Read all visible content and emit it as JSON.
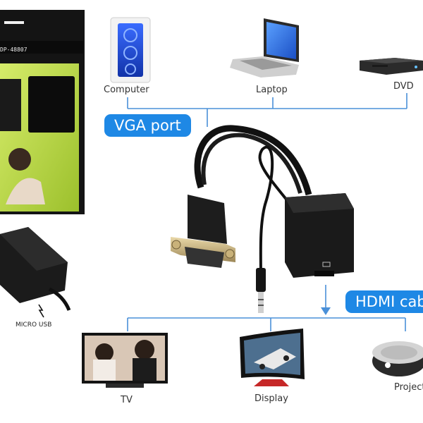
{
  "devices_top": {
    "computer": "Computer",
    "laptop": "Laptop",
    "dvd": "DVD"
  },
  "badges": {
    "vga": "VGA port",
    "hdmi": "HDMI cable"
  },
  "devices_bottom": {
    "tv": "TV",
    "display": "Display",
    "projector": "Projector"
  },
  "box_model": "DP-48807",
  "micro_usb": "MICRO USB",
  "colors": {
    "accent": "#1e88e5",
    "line": "#4a90d9",
    "box_green": "#b5d33a",
    "box_black": "#101010"
  }
}
